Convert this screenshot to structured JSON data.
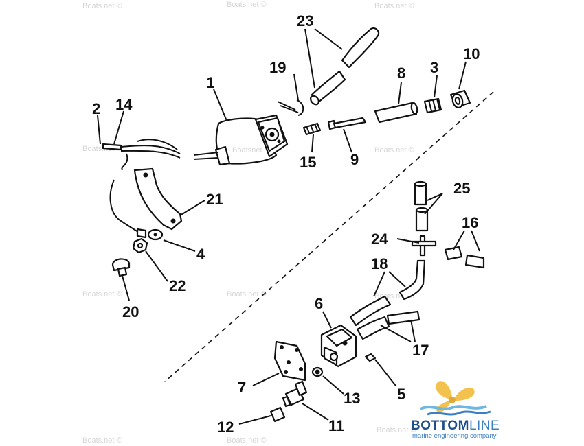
{
  "watermark": "Boats.net ©",
  "watermark_inline": "Boatsnet",
  "callouts": [
    "1",
    "2",
    "3",
    "4",
    "5",
    "6",
    "7",
    "8",
    "9",
    "10",
    "11",
    "12",
    "13",
    "14",
    "15",
    "16",
    "17",
    "18",
    "19",
    "20",
    "21",
    "22",
    "23",
    "24",
    "25"
  ],
  "logo": {
    "brand_bold": "BOTTOM",
    "brand_light": "LINE",
    "tagline": "marine engineering company",
    "colors": {
      "propeller": "#f2c14e",
      "waves": "#6fb6e0",
      "brand": "#1f4e8c"
    }
  }
}
